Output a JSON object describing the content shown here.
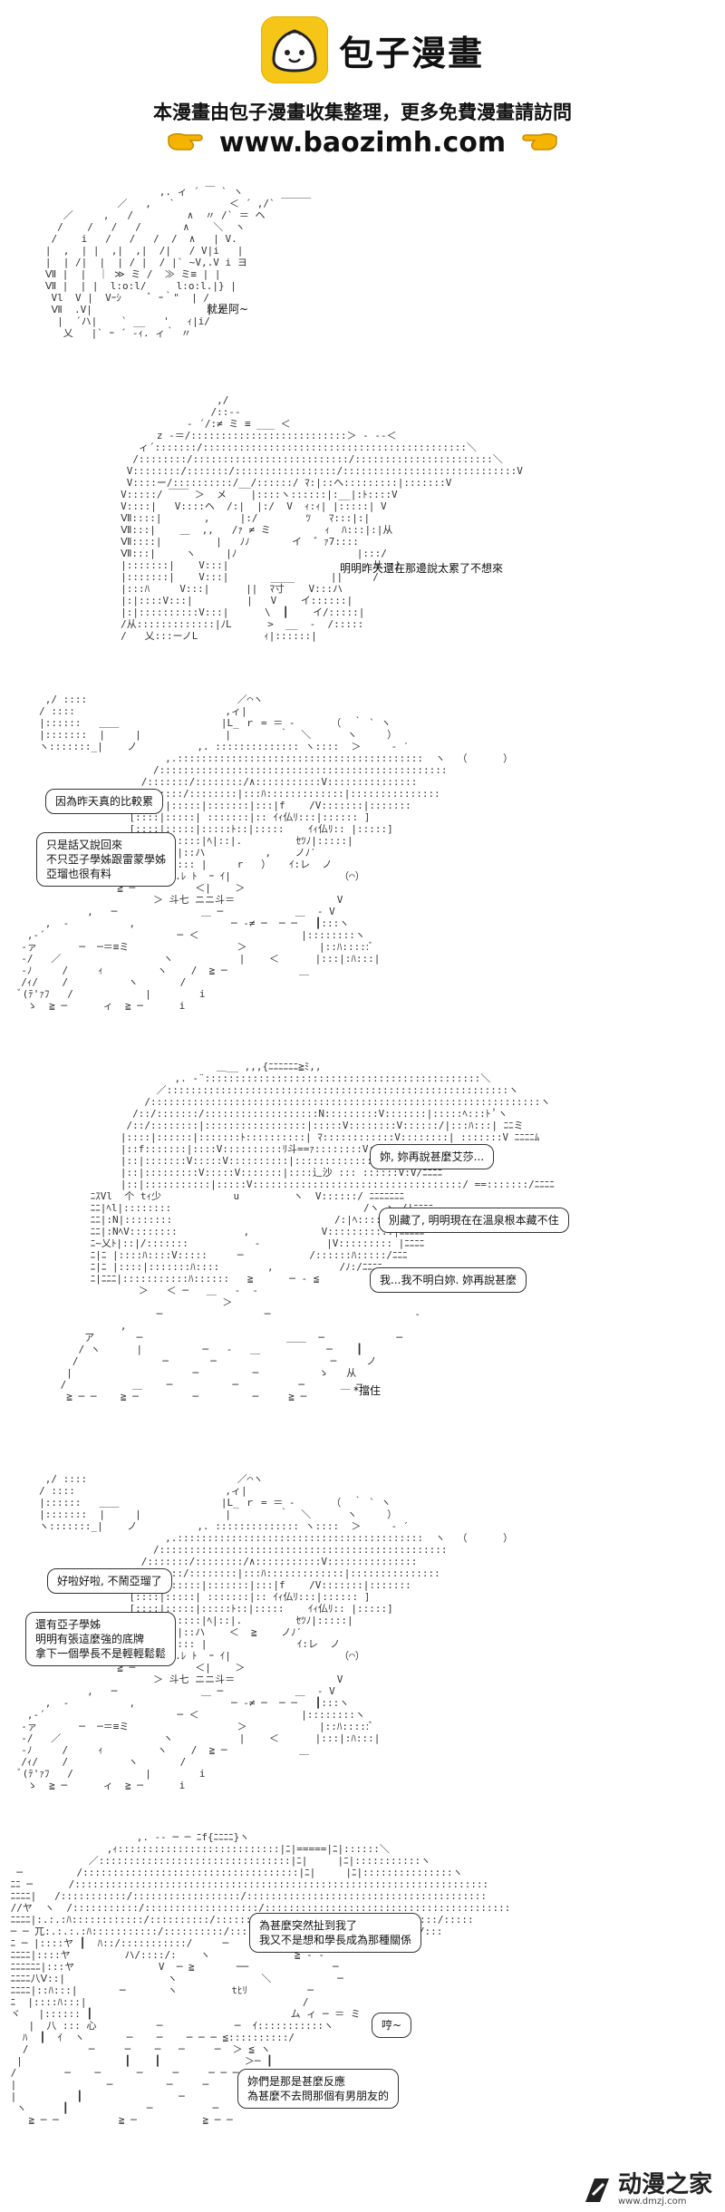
{
  "header": {
    "brand": "包子漫畫",
    "notice": "本漫畫由包子漫畫收集整理，更多免費漫畫請訪問",
    "url": "www.baozimh.com",
    "colors": {
      "logo": "#f5c518"
    },
    "icons": [
      "bun-logo-icon",
      "pointing-hand-right-icon",
      "pointing-hand-left-icon"
    ]
  },
  "panel1": {
    "caption": "就是阿~"
  },
  "panel2": {
    "caption": "明明昨天還在那邊說太累了不想來"
  },
  "panel3": {
    "bubble1": "因為昨天真的比較累",
    "bubble2": [
      "只是話又說回來",
      "不只亞子學姊跟雷蒙學姊",
      "亞瑠也很有料"
    ]
  },
  "panel4": {
    "bubble1": "妳, 妳再說甚麼艾莎...",
    "bubble2": "別藏了, 明明現在在溫泉根本藏不住",
    "bubble3": "我...我不明白妳. 妳再說甚麼",
    "caption": "*擋住"
  },
  "panel5": {
    "bubble1": "好啦好啦, 不鬧亞瑠了",
    "bubble2": [
      "還有亞子學姊",
      "明明有張這麼強的底牌",
      "拿下一個學長不是輕輕鬆鬆"
    ]
  },
  "panel6": {
    "bubble1": [
      "為甚麼突然扯到我了",
      "我又不是想和學長成為那種關係"
    ],
    "bubble2": "哼~",
    "bubble3": [
      "妳們是那是甚麼反應",
      "為甚麼不去問那個有男朋友的"
    ]
  },
  "watermark": {
    "text": "动漫之家",
    "sub": "www.dmzj.com",
    "icon": "dmzj-logo-icon"
  }
}
